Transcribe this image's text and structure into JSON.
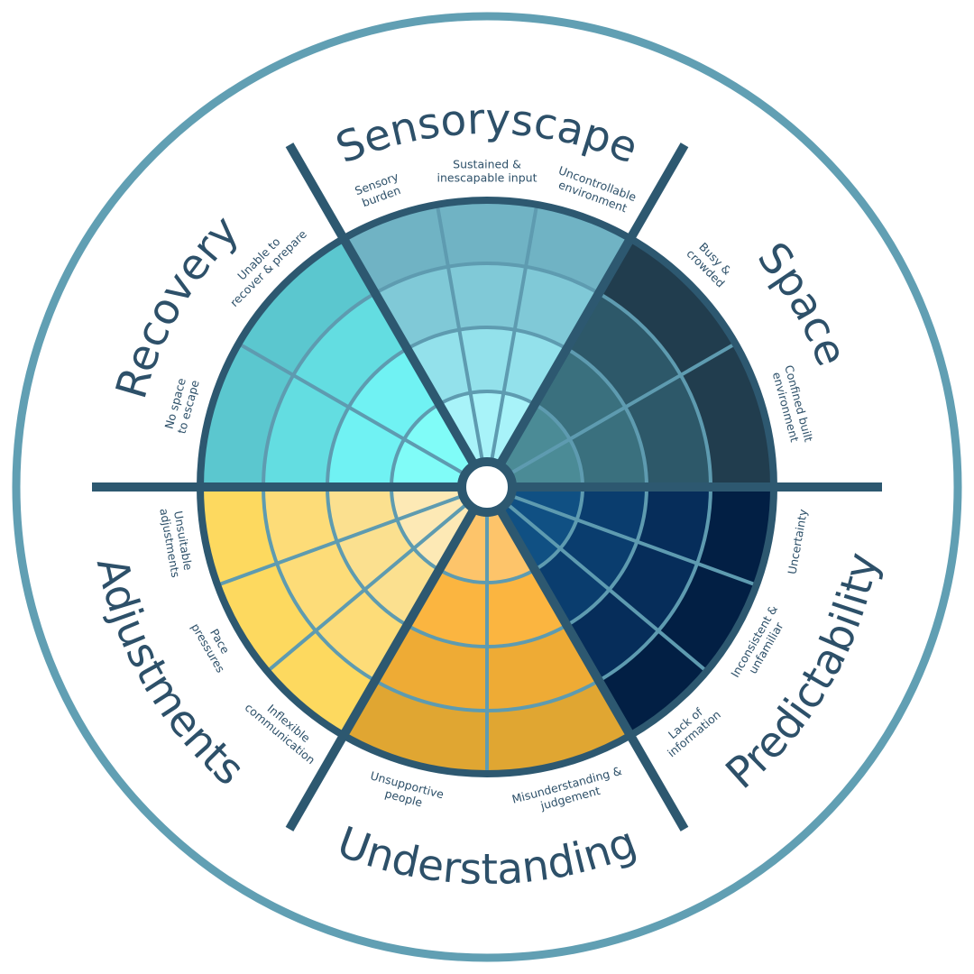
{
  "diagram": {
    "sectors": [
      {
        "title": "Space",
        "colors": [
          "#213d4e",
          "#2d5869",
          "#3a707e",
          "#4b8b96"
        ],
        "subs": [
          [
            "Confined built",
            "environment"
          ],
          [
            "Busy &",
            "crowded"
          ]
        ]
      },
      {
        "title": "Sensoryscape",
        "colors": [
          "#70b3c4",
          "#80c9d7",
          "#93e1eb",
          "#a8f3f9"
        ],
        "subs": [
          [
            "Uncontrollable",
            "environment"
          ],
          [
            "Sustained &",
            "inescapable input"
          ],
          [
            "Sensory",
            "burden"
          ]
        ]
      },
      {
        "title": "Recovery",
        "colors": [
          "#5bc7cf",
          "#63dde1",
          "#70f2f3",
          "#80fcf8"
        ],
        "subs": [
          [
            "Unable to",
            "recover & prepare"
          ],
          [
            "No space",
            "to escape"
          ]
        ]
      },
      {
        "title": "Adjustments",
        "colors": [
          "#fdd95f",
          "#fddc78",
          "#fbe08f",
          "#fde9b5"
        ],
        "subs": [
          [
            "Unsuitable",
            "adjustments"
          ],
          [
            "Pace",
            "pressures"
          ],
          [
            "Inflexible",
            "communication"
          ]
        ]
      },
      {
        "title": "Understanding",
        "colors": [
          "#e0a632",
          "#eeab35",
          "#fbb540",
          "#fdc46a"
        ],
        "subs": [
          [
            "Unsupportive",
            "people"
          ],
          [
            "Misunderstanding &",
            "judgement"
          ]
        ]
      },
      {
        "title": "Predictability",
        "colors": [
          "#021f44",
          "#062d5a",
          "#0a3d6e",
          "#105083"
        ],
        "subs": [
          [
            "Lack of",
            "information"
          ],
          [
            "Inconsistent &",
            "unfamiliar"
          ],
          [
            "Uncertainty"
          ]
        ]
      }
    ],
    "colors": {
      "outline": "#2d5870",
      "grid": "#5e9bb0",
      "outer_ring": "#619fb3",
      "text": "#2d5069"
    }
  }
}
